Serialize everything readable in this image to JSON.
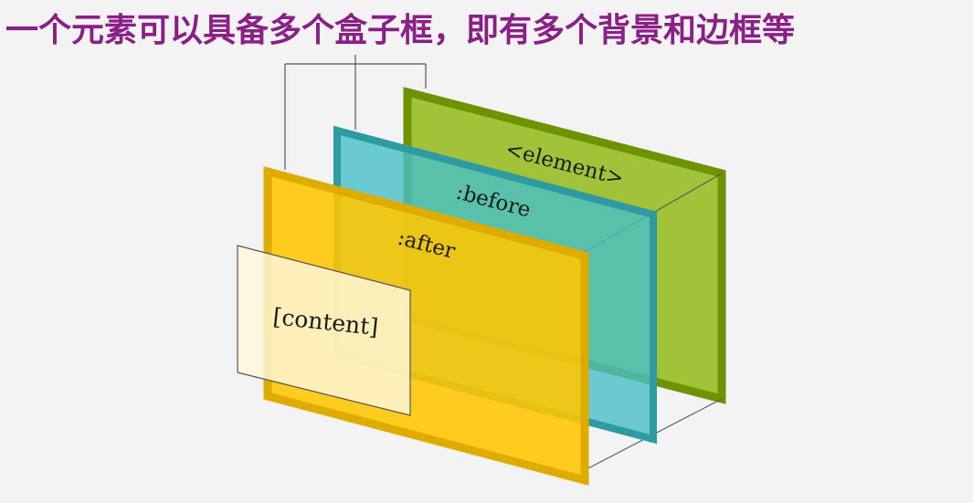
{
  "title": "一个元素可以具备多个盒子框，即有多个背景和边框等",
  "layers": {
    "element": {
      "label": "<element>",
      "fill": "#9dc02e",
      "stroke": "#6d9300"
    },
    "before": {
      "label": ":before",
      "fill": "#47bfc6",
      "stroke": "#2e9aa2"
    },
    "after": {
      "label": ":after",
      "fill": "#ffc600",
      "stroke": "#deab00"
    },
    "content": {
      "label": "[content]",
      "fill": "#fff7dc",
      "stroke": "#555555"
    }
  },
  "colors": {
    "title": "#8a1f87",
    "background": "#f3f3f3",
    "connector": "#555555"
  }
}
